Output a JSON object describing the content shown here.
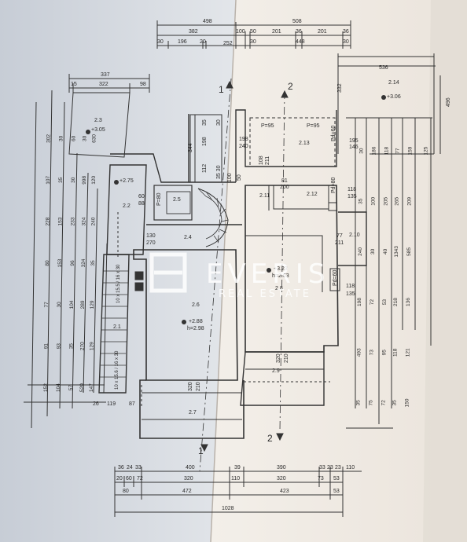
{
  "top_dims": {
    "total_left": "498",
    "total_right": "508",
    "row2": [
      "382",
      "100",
      "50",
      "201",
      "36",
      "201",
      "36"
    ],
    "row3": [
      "30",
      "196",
      "20",
      "252",
      "30",
      "448",
      "30"
    ]
  },
  "left_dims": {
    "a": "337",
    "b": "15",
    "c": "322",
    "d": "98",
    "v_labels": [
      "302",
      "107",
      "228",
      "80",
      "77",
      "91",
      "152",
      "30",
      "35",
      "153",
      "153",
      "30",
      "93",
      "104",
      "60",
      "30",
      "233",
      "96",
      "104",
      "35",
      "57",
      "30",
      "998",
      "324",
      "324",
      "289",
      "270",
      "520",
      "630",
      "120",
      "240",
      "35",
      "129",
      "129",
      "147"
    ]
  },
  "right_dims": {
    "top": "536",
    "side": "496",
    "v332": "332",
    "v_labels": [
      "30",
      "35",
      "240",
      "198",
      "493",
      "35",
      "186",
      "100",
      "30",
      "72",
      "73",
      "75",
      "118",
      "205",
      "40",
      "53",
      "95",
      "72",
      "77",
      "265",
      "1343",
      "218",
      "118",
      "35",
      "159",
      "209",
      "585",
      "136",
      "121",
      "150",
      "125"
    ]
  },
  "rooms": {
    "r2_1": "2.1",
    "r2_2": "2.2",
    "r2_3": "2.3",
    "r2_4": "2.4",
    "r2_5": "2.5",
    "r2_6": "2.6",
    "r2_7": "2.7",
    "r2_8": "2.8",
    "r2_9": "2.9",
    "r2_10": "2.10",
    "r2_11": "2.11",
    "r2_12": "2.12",
    "r2_13": "2.13",
    "r2_14": "2.14"
  },
  "levels": {
    "l305": "+3.05",
    "l275": "+2.75",
    "l306": "+3.06",
    "l288": "+2.88",
    "h298": "h=2.98",
    "l323": "+3.23",
    "h263": "h=2.63"
  },
  "openings": {
    "p95a": "P=95",
    "p95b": "P=95",
    "d198_240": [
      "198",
      "240"
    ],
    "d108_211": [
      "108",
      "211"
    ],
    "d81_200": [
      "81",
      "200"
    ],
    "d118_135a": [
      "118",
      "135"
    ],
    "d60_88": [
      "60",
      "88"
    ],
    "d130_270": [
      "130",
      "270"
    ],
    "d77_211": [
      "77",
      "211"
    ],
    "d118_135b": [
      "118",
      "135"
    ],
    "d195_146": [
      "195",
      "146"
    ],
    "d320_210a": [
      "320",
      "210"
    ],
    "d320_210b": [
      "320",
      "210"
    ],
    "d344": "344",
    "d112": "112",
    "d198": "198",
    "d35": "35",
    "d30": "30",
    "d3035": "35 30",
    "d100": "100",
    "d50": "50",
    "d200": "200",
    "pd80": "P=80",
    "pd60": "Pd=60",
    "pd80b": "Pd=80",
    "pd60b": "Pd=60",
    "stair1": "10 x 15.5 / 16 x 30",
    "stair2": "10 x 15.6 / 16 x 30",
    "s119": "119",
    "s26": "26",
    "s87": "87"
  },
  "section_marks": {
    "one": "1",
    "two": "2"
  },
  "bottom_dims": {
    "row1": [
      "36",
      "24",
      "33",
      "400",
      "39",
      "390",
      "33",
      "23",
      "23",
      "110"
    ],
    "row2": [
      "20",
      "60",
      "72",
      "320",
      "110",
      "320",
      "73",
      "53"
    ],
    "row3": [
      "80",
      "472",
      "423",
      "53"
    ],
    "total": "1028"
  },
  "watermark": {
    "brand": "EVERIS",
    "sub": "REAL ESTATE"
  }
}
